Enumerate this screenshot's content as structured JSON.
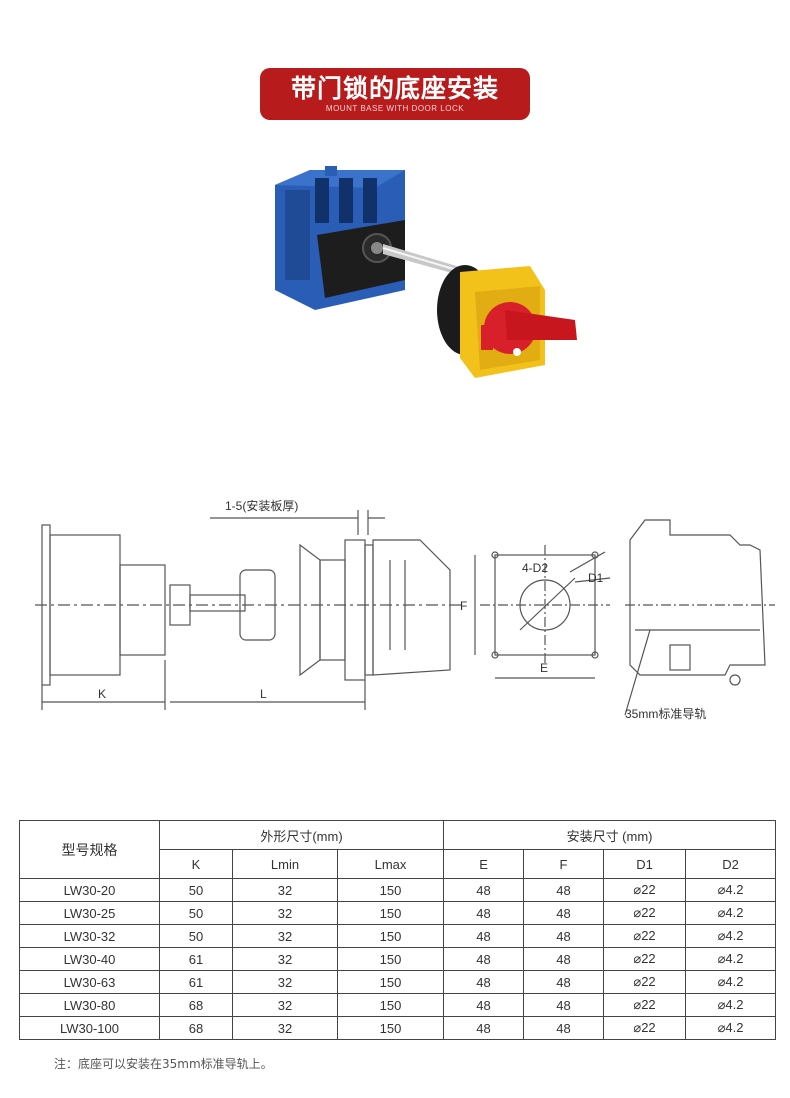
{
  "banner": {
    "title": "带门锁的底座安装",
    "subtitle": "MOUNT BASE WITH DOOR LOCK"
  },
  "drawing": {
    "thickness_label": "1-5(安装板厚)",
    "k_label": "K",
    "l_label": "L",
    "d2_label": "4-D2",
    "d1_label": "D1",
    "f_label": "F",
    "e_label": "E",
    "rail_label": "35mm标准导轨"
  },
  "table": {
    "model_header": "型号规格",
    "group1_header": "外形尺寸(mm)",
    "group2_header": "安装尺寸 (mm)",
    "columns": [
      "K",
      "Lmin",
      "Lmax",
      "E",
      "F",
      "D1",
      "D2"
    ],
    "rows": [
      [
        "LW30-20",
        "50",
        "32",
        "150",
        "48",
        "48",
        "⌀22",
        "⌀4.2"
      ],
      [
        "LW30-25",
        "50",
        "32",
        "150",
        "48",
        "48",
        "⌀22",
        "⌀4.2"
      ],
      [
        "LW30-32",
        "50",
        "32",
        "150",
        "48",
        "48",
        "⌀22",
        "⌀4.2"
      ],
      [
        "LW30-40",
        "61",
        "32",
        "150",
        "48",
        "48",
        "⌀22",
        "⌀4.2"
      ],
      [
        "LW30-63",
        "61",
        "32",
        "150",
        "48",
        "48",
        "⌀22",
        "⌀4.2"
      ],
      [
        "LW30-80",
        "68",
        "32",
        "150",
        "48",
        "48",
        "⌀22",
        "⌀4.2"
      ],
      [
        "LW30-100",
        "68",
        "32",
        "150",
        "48",
        "48",
        "⌀22",
        "⌀4.2"
      ]
    ]
  },
  "note": "注：底座可以安装在35mm标准导轨上。",
  "colors": {
    "banner": "#b81b1b",
    "switch_body": "#2a5db5",
    "handle_red": "#d8202a",
    "handle_plate": "#f2c21b"
  }
}
